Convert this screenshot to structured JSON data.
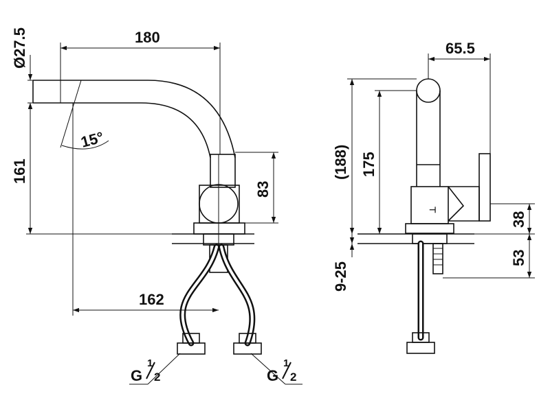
{
  "side_view": {
    "dia_label": "Ø27.5",
    "spout_length_label": "180",
    "spout_height_label": "161",
    "angle_label": "15°",
    "body_height_label": "83",
    "center_to_outlet_label": "162",
    "thread_left_label": "G",
    "thread_left_fraction_num": "1",
    "thread_left_fraction_den": "2"
  },
  "front_view": {
    "width_label": "65.5",
    "total_height_label": "(188)",
    "height_label": "175",
    "handle_height_label": "38",
    "below_deck_label": "53",
    "deck_thickness_label": "9-25",
    "thread_right_label": "G",
    "thread_right_fraction_num": "1",
    "thread_right_fraction_den": "2"
  }
}
